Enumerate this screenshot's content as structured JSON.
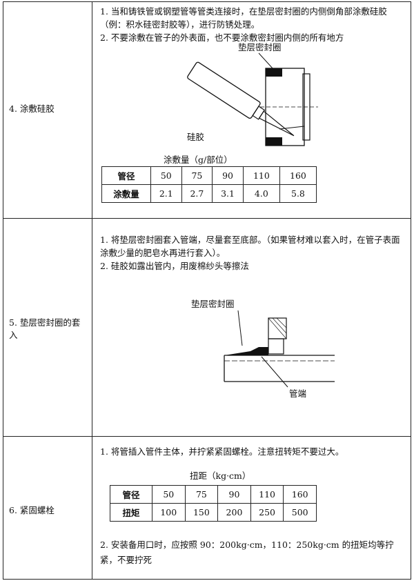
{
  "rows": [
    {
      "step": "4. 涂敷硅胶",
      "instructions": [
        "1. 当和铸铁管或钢塑管等管类连接时，在垫层密封圈的内侧倒角部涂敷硅胶（例：积水硅密封胶等），进行防锈处理。",
        "2. 不要涂敷在管子的外表面，也不要涂敷密封圈内侧的所有地方"
      ],
      "figure_labels": {
        "seal": "垫层密封圈",
        "silicone": "硅胶"
      },
      "table_caption": "涂敷量（g/部位）",
      "table": {
        "row1_header": "管径",
        "row1_values": [
          "50",
          "75",
          "90",
          "110",
          "160"
        ],
        "row2_header": "涂敷量",
        "row2_values": [
          "2.1",
          "2.7",
          "3.1",
          "4.0",
          "5.8"
        ]
      }
    },
    {
      "step": "5. 垫层密封圈的套入",
      "instructions": [
        "1. 将垫层密封圈套入管端，尽量套至底部。（如果管材难以套入时，在管子表面涂敷少量的肥皂水再进行套入）。",
        "2. 硅胶如露出管内，用废棉纱头等擦法"
      ],
      "figure_labels": {
        "seal": "垫层密封圈",
        "pipe_end": "管端"
      }
    },
    {
      "step": "6. 紧固螺栓",
      "instructions": [
        "1. 将管插入管件主体，并拧紧紧固螺栓。注意扭转矩不要过大。",
        "2. 安装备用口时，应按照 90：200kg·cm，110：250kg·cm 的扭矩均等拧紧，不要拧死"
      ],
      "table_caption": "扭距（kg·cm）",
      "table": {
        "row1_header": "管径",
        "row1_values": [
          "50",
          "75",
          "90",
          "110",
          "160"
        ],
        "row2_header": "扭矩",
        "row2_values": [
          "100",
          "150",
          "200",
          "250",
          "500"
        ]
      }
    }
  ]
}
